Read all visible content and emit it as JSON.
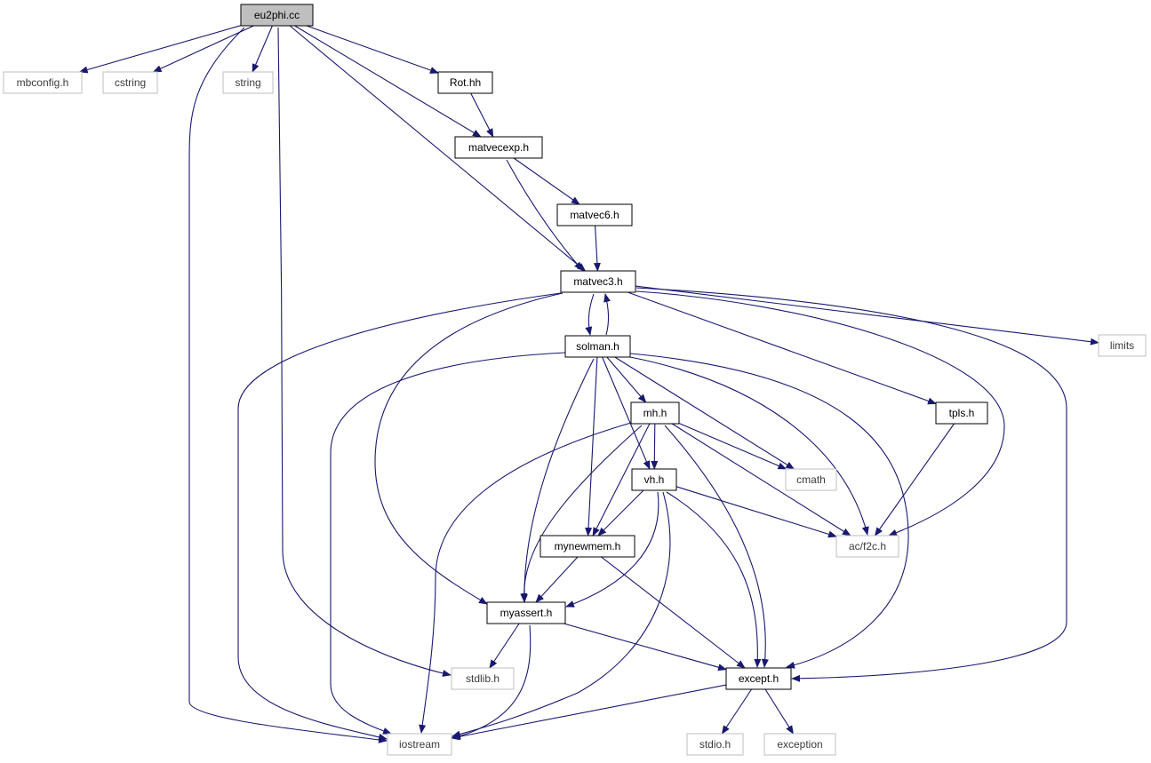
{
  "colors": {
    "edge": "#191970",
    "documented_border": "#000000",
    "external_border": "#bfbfbf",
    "root_fill": "#bfbfbf",
    "node_fill": "#ffffff",
    "documented_text": "#000000",
    "external_text": "#3c3c3c"
  },
  "nodes": {
    "eu2phi_cc": "eu2phi.cc",
    "mbconfig_h": "mbconfig.h",
    "cstring": "cstring",
    "string": "string",
    "rot_hh": "Rot.hh",
    "matvecexp_h": "matvecexp.h",
    "matvec6_h": "matvec6.h",
    "matvec3_h": "matvec3.h",
    "limits": "limits",
    "solman_h": "solman.h",
    "tpls_h": "tpls.h",
    "mh_h": "mh.h",
    "cmath": "cmath",
    "vh_h": "vh.h",
    "ac_f2c_h": "ac/f2c.h",
    "mynewmem_h": "mynewmem.h",
    "myassert_h": "myassert.h",
    "stdlib_h": "stdlib.h",
    "except_h": "except.h",
    "iostream": "iostream",
    "stdio_h": "stdio.h",
    "exception": "exception"
  },
  "edges": [
    [
      "eu2phi_cc",
      "mbconfig_h"
    ],
    [
      "eu2phi_cc",
      "cstring"
    ],
    [
      "eu2phi_cc",
      "string"
    ],
    [
      "eu2phi_cc",
      "rot_hh"
    ],
    [
      "eu2phi_cc",
      "matvecexp_h"
    ],
    [
      "eu2phi_cc",
      "matvec3_h"
    ],
    [
      "eu2phi_cc",
      "iostream"
    ],
    [
      "eu2phi_cc",
      "stdlib_h"
    ],
    [
      "rot_hh",
      "matvecexp_h"
    ],
    [
      "matvecexp_h",
      "matvec6_h"
    ],
    [
      "matvecexp_h",
      "matvec3_h"
    ],
    [
      "matvec6_h",
      "matvec3_h"
    ],
    [
      "matvec3_h",
      "solman_h"
    ],
    [
      "solman_h",
      "matvec3_h"
    ],
    [
      "matvec3_h",
      "limits"
    ],
    [
      "matvec3_h",
      "tpls_h"
    ],
    [
      "matvec3_h",
      "ac_f2c_h"
    ],
    [
      "matvec3_h",
      "except_h"
    ],
    [
      "matvec3_h",
      "myassert_h"
    ],
    [
      "matvec3_h",
      "iostream"
    ],
    [
      "tpls_h",
      "ac_f2c_h"
    ],
    [
      "solman_h",
      "mh_h"
    ],
    [
      "solman_h",
      "cmath"
    ],
    [
      "solman_h",
      "vh_h"
    ],
    [
      "solman_h",
      "ac_f2c_h"
    ],
    [
      "solman_h",
      "except_h"
    ],
    [
      "solman_h",
      "mynewmem_h"
    ],
    [
      "solman_h",
      "myassert_h"
    ],
    [
      "solman_h",
      "iostream"
    ],
    [
      "mh_h",
      "vh_h"
    ],
    [
      "mh_h",
      "cmath"
    ],
    [
      "mh_h",
      "ac_f2c_h"
    ],
    [
      "mh_h",
      "except_h"
    ],
    [
      "mh_h",
      "mynewmem_h"
    ],
    [
      "mh_h",
      "myassert_h"
    ],
    [
      "mh_h",
      "iostream"
    ],
    [
      "vh_h",
      "ac_f2c_h"
    ],
    [
      "vh_h",
      "mynewmem_h"
    ],
    [
      "vh_h",
      "myassert_h"
    ],
    [
      "vh_h",
      "except_h"
    ],
    [
      "vh_h",
      "iostream"
    ],
    [
      "mynewmem_h",
      "myassert_h"
    ],
    [
      "mynewmem_h",
      "except_h"
    ],
    [
      "myassert_h",
      "stdlib_h"
    ],
    [
      "myassert_h",
      "except_h"
    ],
    [
      "myassert_h",
      "iostream"
    ],
    [
      "except_h",
      "iostream"
    ],
    [
      "except_h",
      "stdio_h"
    ],
    [
      "except_h",
      "exception"
    ]
  ]
}
